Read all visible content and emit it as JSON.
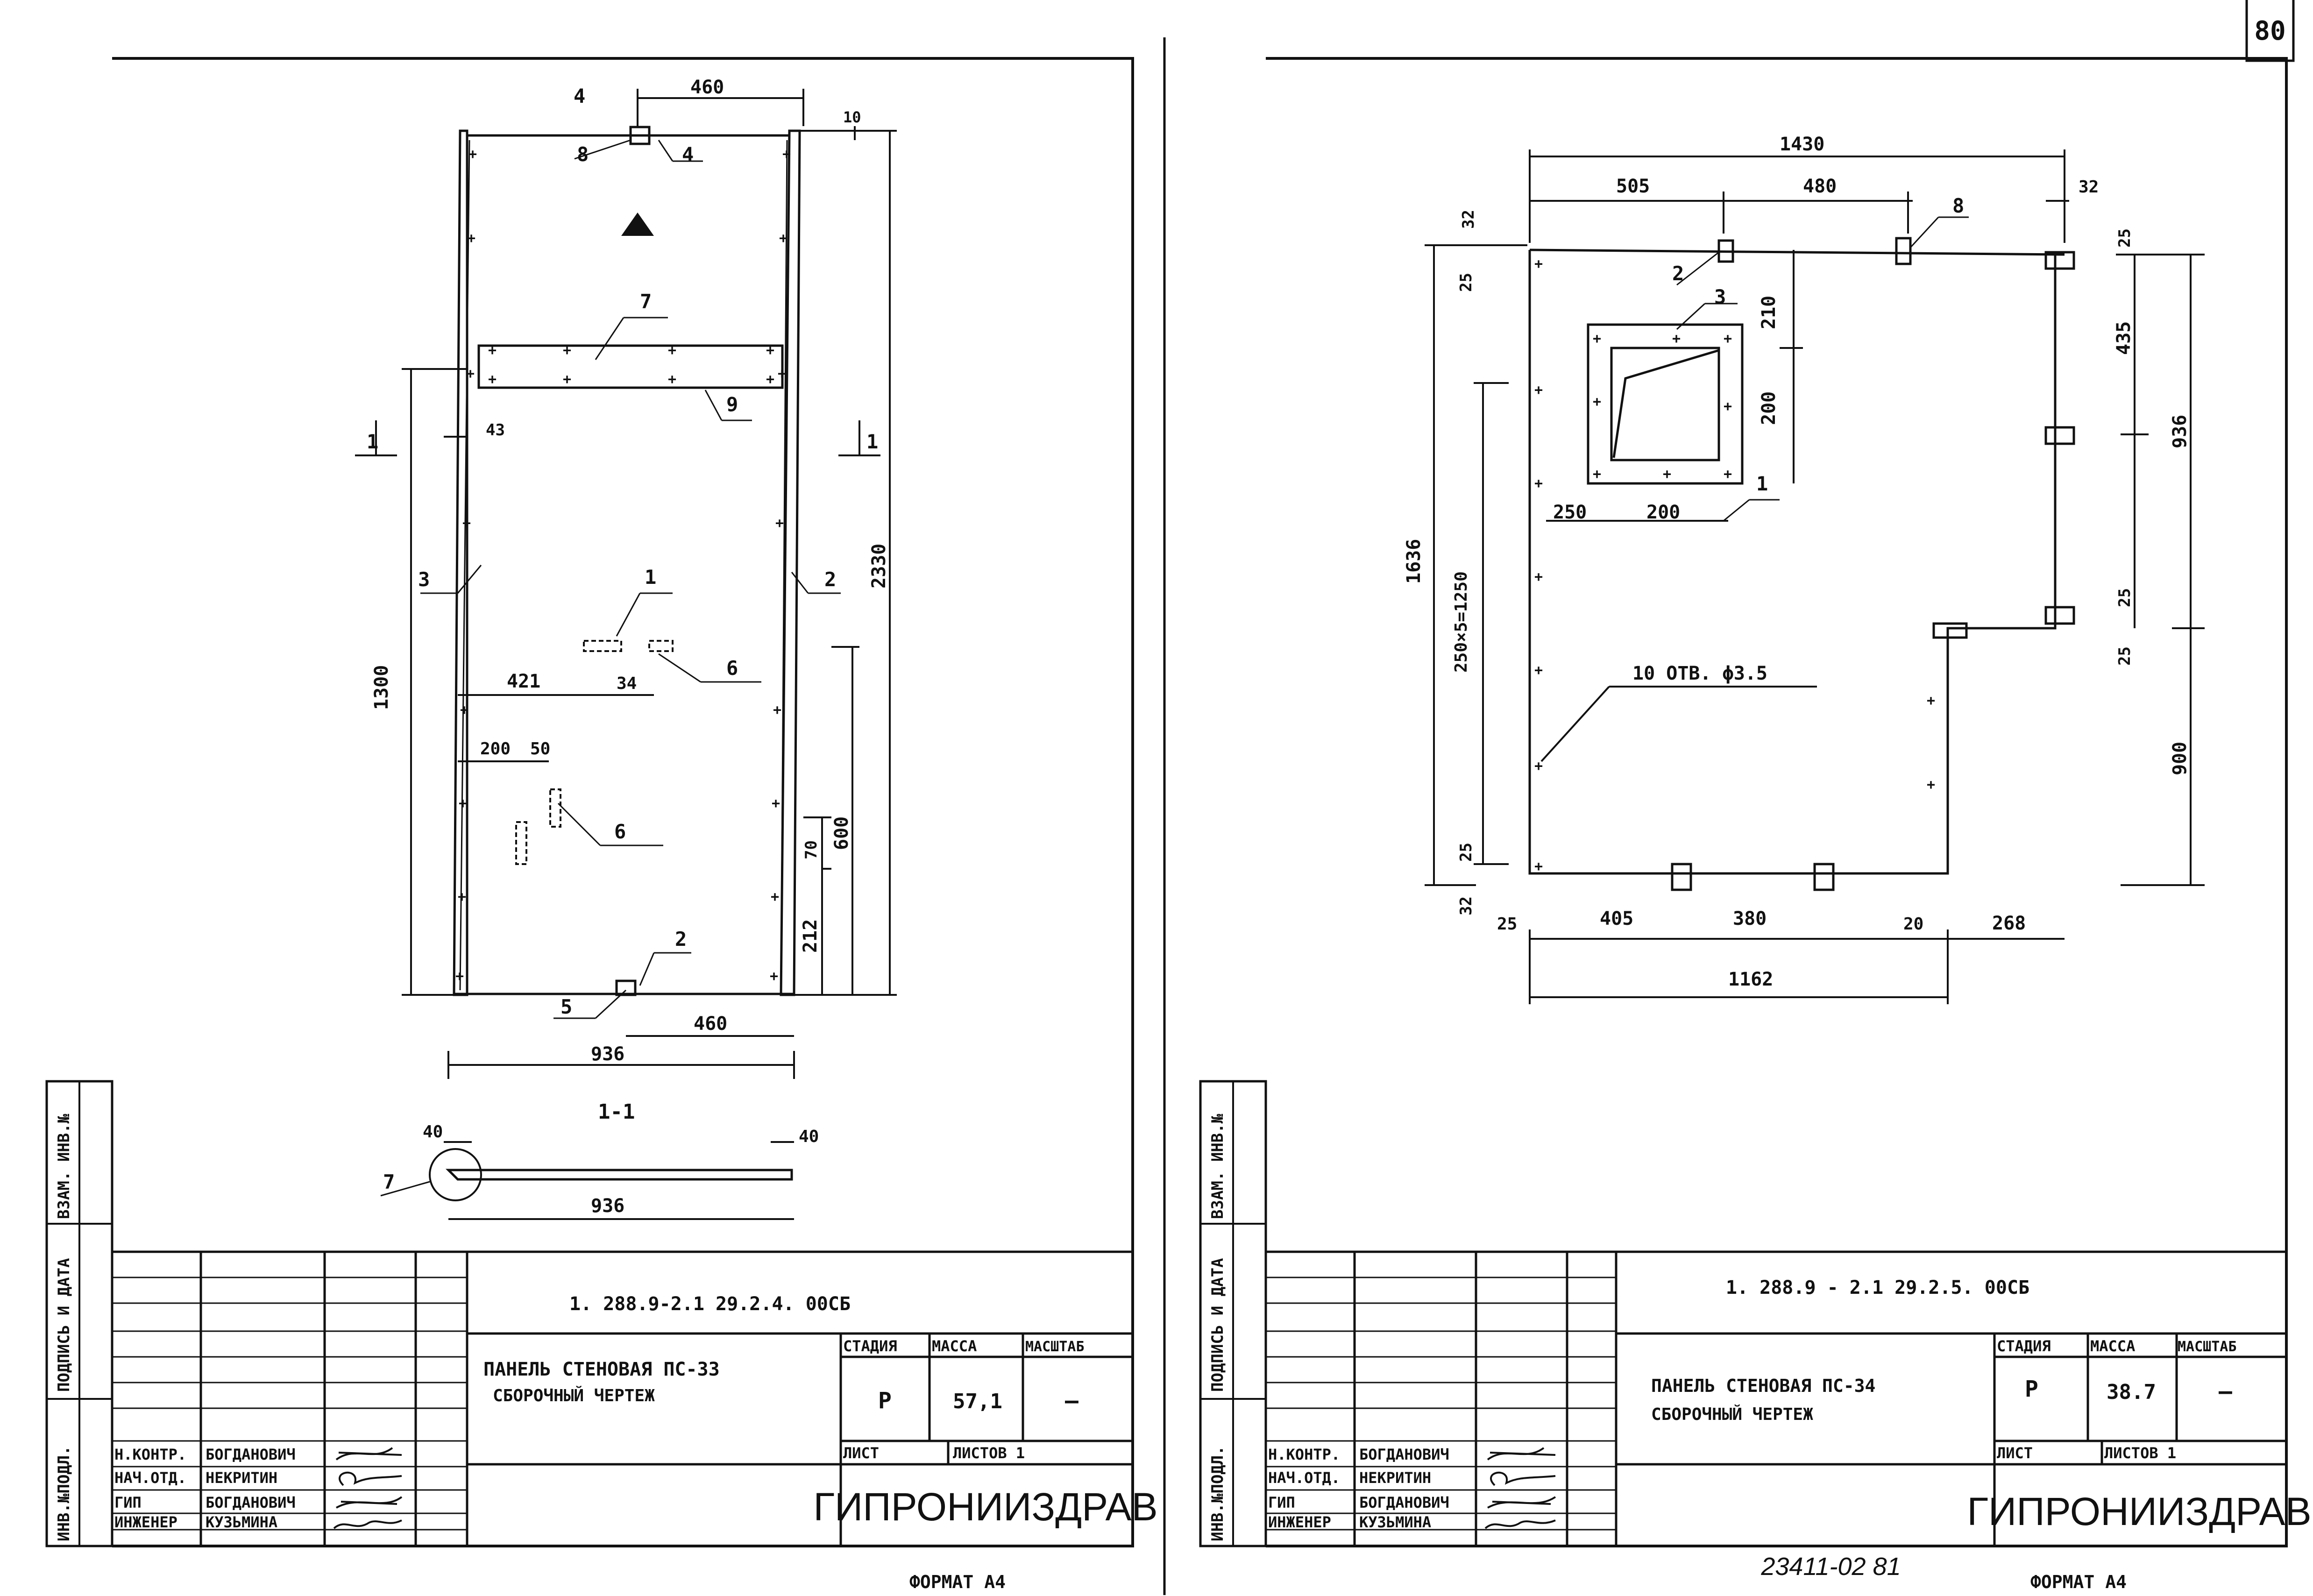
{
  "page_number": "80",
  "colors": {
    "ink": "#111111",
    "paper": "#ffffff"
  },
  "side_stamp": {
    "inv_orig": "ИНВ.№ПОДЛ.",
    "sign_date": "ПОДПИСЬ И ДАТА",
    "vzam": "ВЗАМ. ИНВ.№"
  },
  "sheets": [
    {
      "drawing": {
        "dims": [
          "460",
          "10",
          "2330",
          "1300",
          "43",
          "421",
          "34",
          "200",
          "50",
          "600",
          "70",
          "212",
          "460",
          "936"
        ],
        "callouts": [
          "4",
          "8",
          "4",
          "7",
          "9",
          "1",
          "6",
          "6",
          "3",
          "2",
          "2",
          "5"
        ],
        "section_marks": [
          "1",
          "1"
        ],
        "section": {
          "title": "1-1",
          "dims": [
            "40",
            "40",
            "936"
          ],
          "callout": "7"
        }
      },
      "title_block": {
        "code": "1. 288.9-2.1 29.2.4. 00СБ",
        "title_line1": "ПАНЕЛЬ СТЕНОВАЯ ПС-33",
        "title_line2": "СБОРОЧНЫЙ ЧЕРТЕЖ",
        "stage_h": "СТАДИЯ",
        "mass_h": "МАССА",
        "scale_h": "МАСШТАБ",
        "stage": "Р",
        "mass": "57,1",
        "scale": "—",
        "sheet_h": "ЛИСТ",
        "sheets_h": "ЛИСТОВ 1",
        "org": "ГИПРОНИИЗДРАВ",
        "roles": [
          {
            "role": "Н.КОНТР.",
            "name": "БОГДАНОВИЧ"
          },
          {
            "role": "НАЧ.ОТД.",
            "name": "НЕКРИТИН"
          },
          {
            "role": "ГИП",
            "name": "БОГДАНОВИЧ"
          },
          {
            "role": "ИНЖЕНЕР",
            "name": "КУЗЬМИНА"
          }
        ]
      },
      "format": "ФОРМАТ А4"
    },
    {
      "drawing": {
        "dims": [
          "1430",
          "505",
          "480",
          "32",
          "32",
          "25",
          "210",
          "200",
          "435",
          "936",
          "1636",
          "250×5=1250",
          "250",
          "200",
          "25",
          "25",
          "900",
          "25",
          "32",
          "25",
          "25",
          "405",
          "380",
          "20",
          "268",
          "1162"
        ],
        "callouts": [
          "2",
          "3",
          "8",
          "1"
        ],
        "note": "10 ОТВ. ϕ3.5"
      },
      "title_block": {
        "code": "1. 288.9 - 2.1 29.2.5. 00СБ",
        "title_line1": "ПАНЕЛЬ СТЕНОВАЯ ПС-34",
        "title_line2": "СБОРОЧНЫЙ ЧЕРТЕЖ",
        "stage_h": "СТАДИЯ",
        "mass_h": "МАССА",
        "scale_h": "МАСШТАБ",
        "stage": "Р",
        "mass": "38.7",
        "scale": "—",
        "sheet_h": "ЛИСТ",
        "sheets_h": "ЛИСТОВ 1",
        "org": "ГИПРОНИИЗДРАВ",
        "roles": [
          {
            "role": "Н.КОНТР.",
            "name": "БОГДАНОВИЧ"
          },
          {
            "role": "НАЧ.ОТД.",
            "name": "НЕКРИТИН"
          },
          {
            "role": "ГИП",
            "name": "БОГДАНОВИЧ"
          },
          {
            "role": "ИНЖЕНЕР",
            "name": "КУЗЬМИНА"
          }
        ]
      },
      "format": "ФОРМАТ А4",
      "handwritten": "23411-02 81"
    }
  ]
}
